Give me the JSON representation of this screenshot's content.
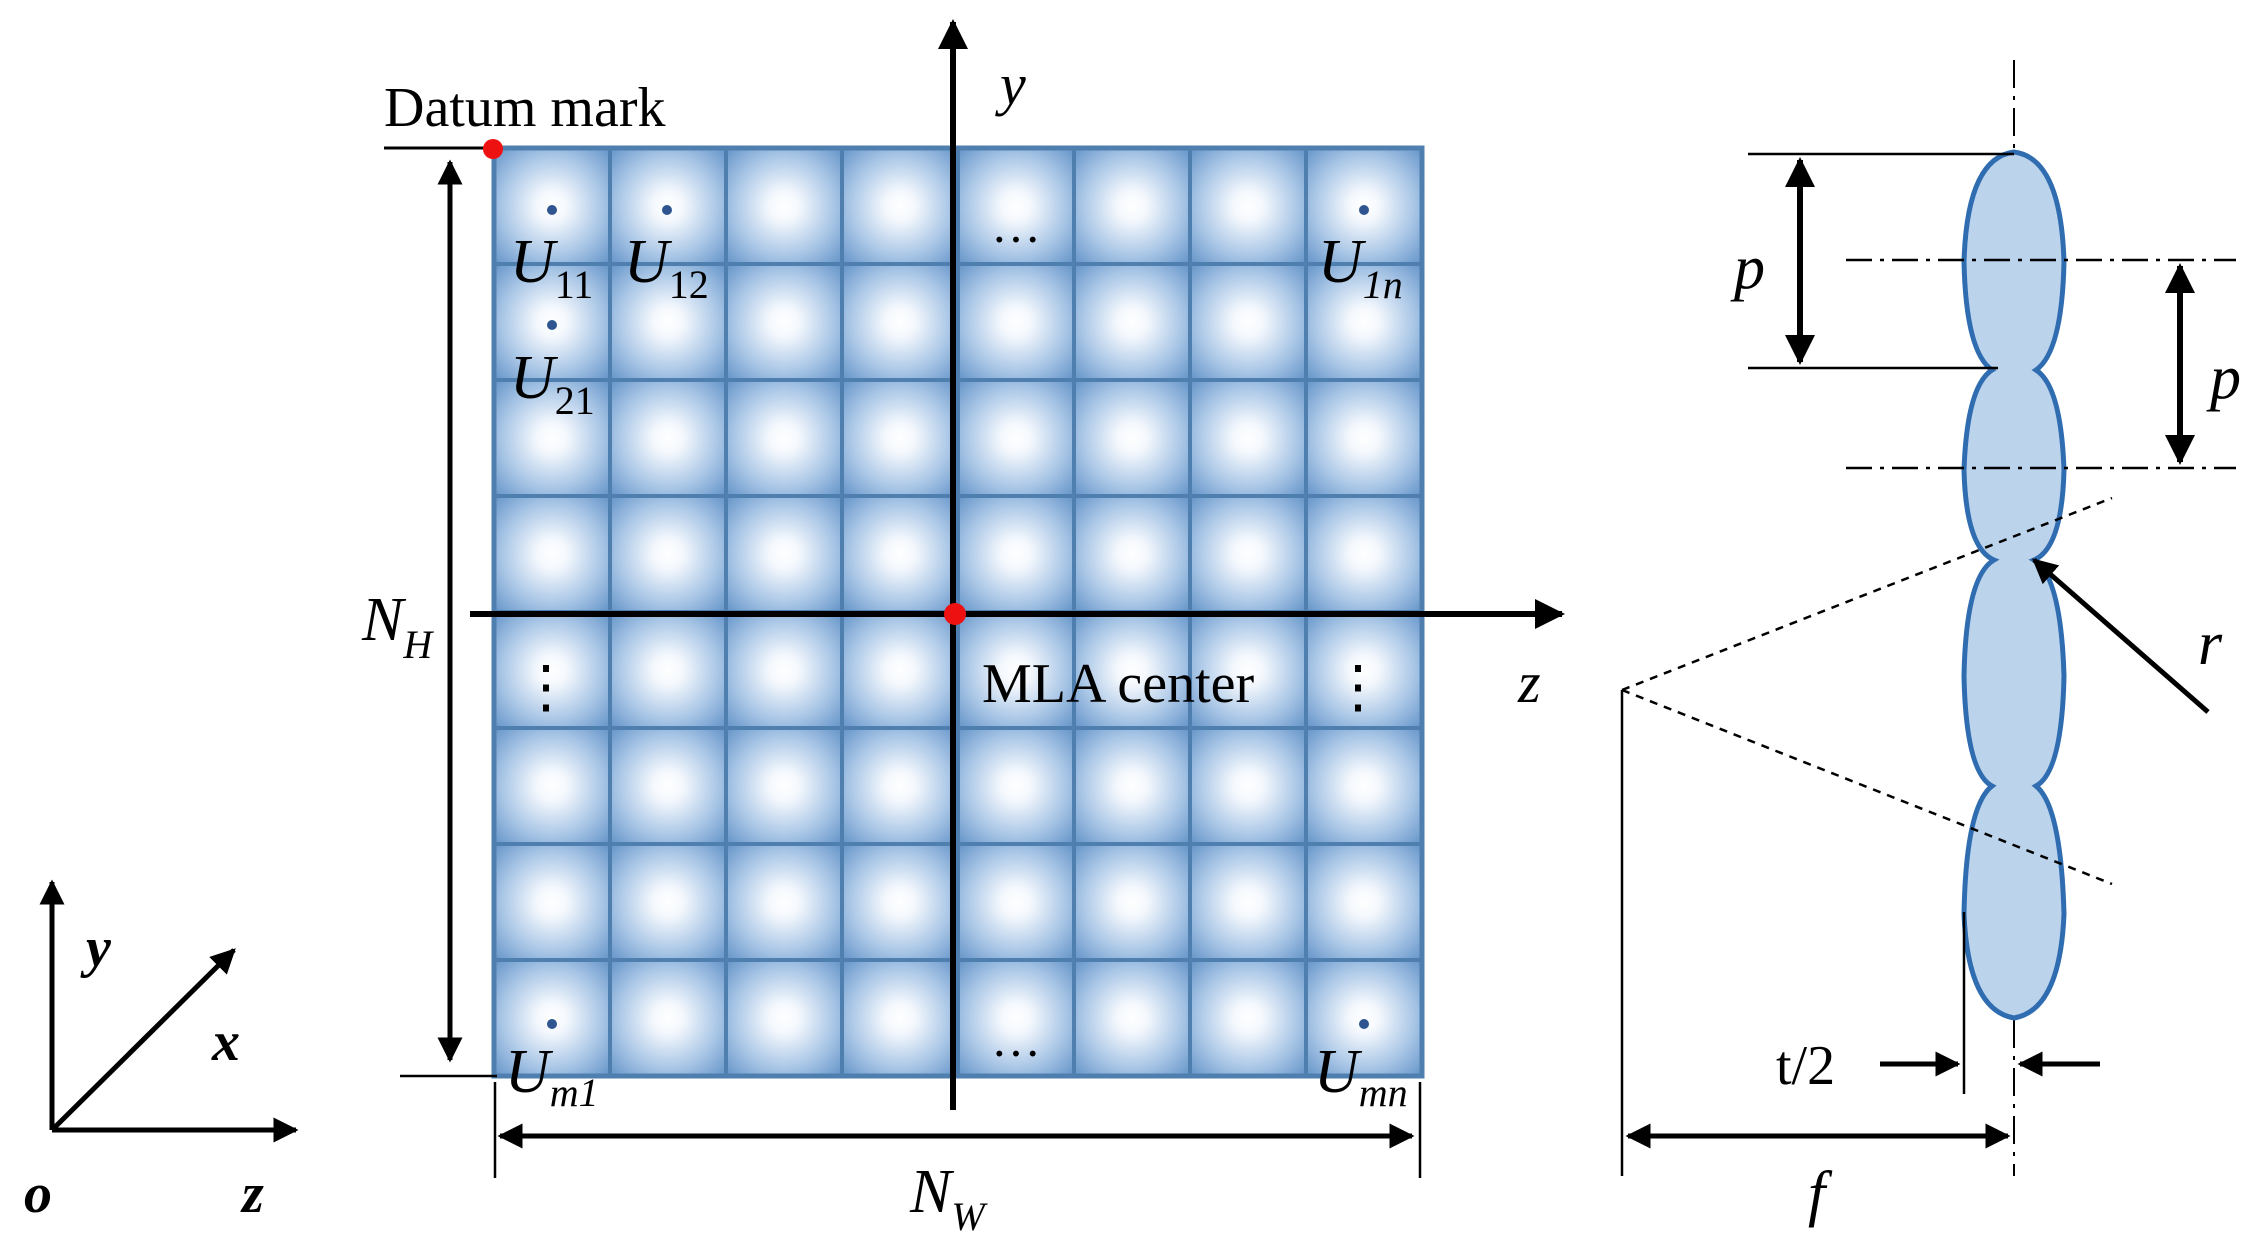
{
  "datum_label": "Datum mark",
  "center_label": "MLA center",
  "grid": {
    "rows": 8,
    "cols": 8,
    "cell_color": "#4a7fb5",
    "glow_color": "#ffffff",
    "line_color": "#4f7fae"
  },
  "cells": {
    "u11": {
      "base": "U",
      "sub": "11"
    },
    "u12": {
      "base": "U",
      "sub": "12"
    },
    "u1n": {
      "base": "U",
      "sub": "1n"
    },
    "u21": {
      "base": "U",
      "sub": "21"
    },
    "um1": {
      "base": "U",
      "sub": "m1"
    },
    "umn": {
      "base": "U",
      "sub": "mn"
    }
  },
  "ellipsis_h": "···",
  "ellipsis_v": "⋮",
  "dims": {
    "nh": {
      "base": "N",
      "sub": "H"
    },
    "nw": {
      "base": "N",
      "sub": "W"
    }
  },
  "axes": {
    "y": "y",
    "z": "z",
    "x": "x",
    "o": "o"
  },
  "lens": {
    "p": "p",
    "r": "r",
    "t_half": "t/2",
    "f": "f",
    "fill_color": "#bcd3ec",
    "stroke_color": "#2f6cb0"
  },
  "marker_color": "#ee1111"
}
